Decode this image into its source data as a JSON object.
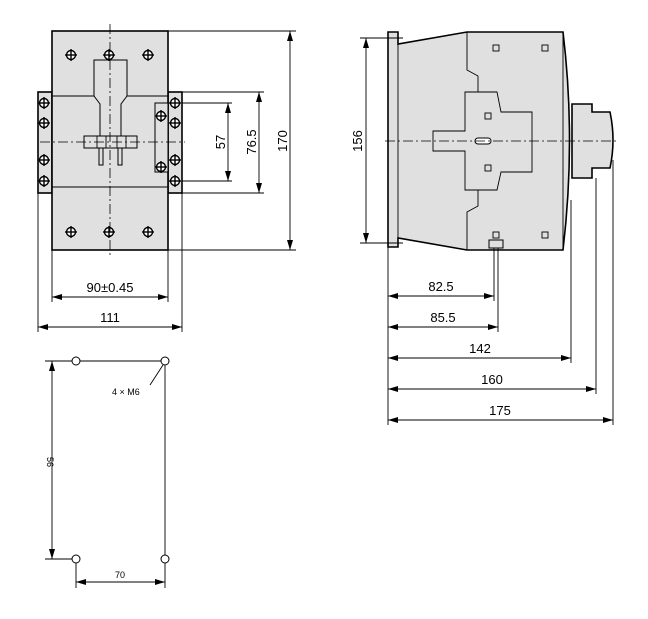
{
  "front_view": {
    "dim_width_mount": "90±0.45",
    "dim_width_total": "111",
    "dim_height": "170",
    "dim_terminal_outer": "76.5",
    "dim_terminal_inner": "57"
  },
  "side_view": {
    "dim_height": "156",
    "depths": [
      "82.5",
      "85.5",
      "142",
      "160",
      "175"
    ]
  },
  "mounting": {
    "hole_label": "4 × M6",
    "dim_vertical": "56",
    "dim_horizontal": "70"
  }
}
